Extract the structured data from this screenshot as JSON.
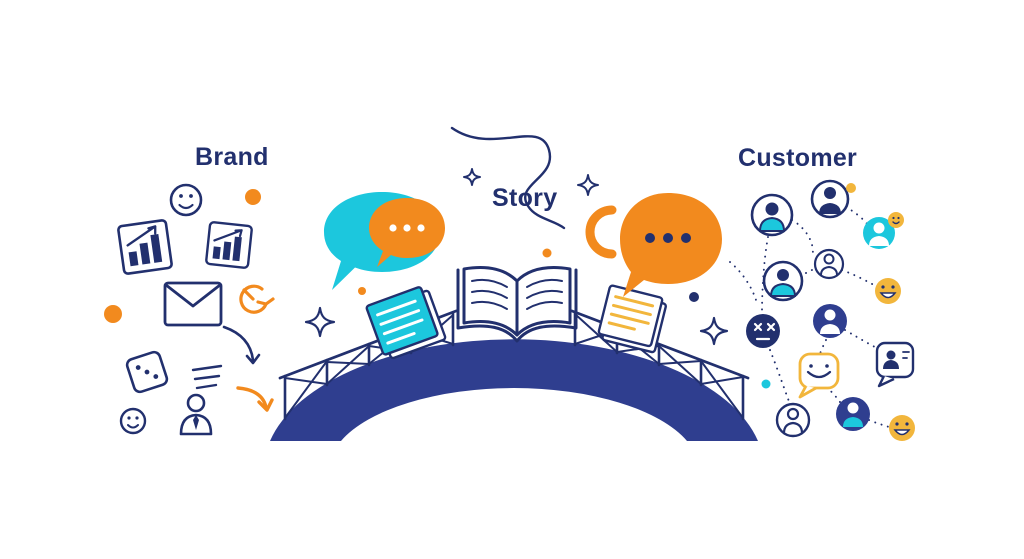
{
  "labels": {
    "brand": "Brand",
    "story": "Story",
    "customer": "Customer"
  },
  "colors": {
    "ink": "#22306e",
    "navy": "#2f3e8f",
    "teal": "#1cc7dd",
    "orange": "#f28a1e",
    "yellow": "#f2b63c",
    "background": "#ffffff"
  },
  "scene": {
    "concept": "bridge connecting brand to customer via story",
    "left_icons": [
      "smiley-icon",
      "orange-dot",
      "bar-chart-icon",
      "bar-chart-icon",
      "email-icon",
      "refresh-arrow-icon",
      "orange-dot",
      "dice-icon",
      "curved-arrow-icon",
      "motion-lines",
      "person-icon",
      "smiley-icon",
      "orange-curved-arrow-icon"
    ],
    "center_icons": [
      "squiggle-line",
      "sparkle-icon",
      "chat-bubble-teal",
      "chat-bubble-ellipsis-orange",
      "chat-bubble-orange-dots",
      "open-book-icon",
      "bridge",
      "notebook-teal-icon",
      "notebook-orange-icon"
    ],
    "right_icons": [
      "avatar-person",
      "avatar-teal-person",
      "avatar-smiley-yellow",
      "avatar-dead-face",
      "speech-smiley-bubble",
      "speech-person-bubble",
      "dotted-connectors"
    ]
  }
}
